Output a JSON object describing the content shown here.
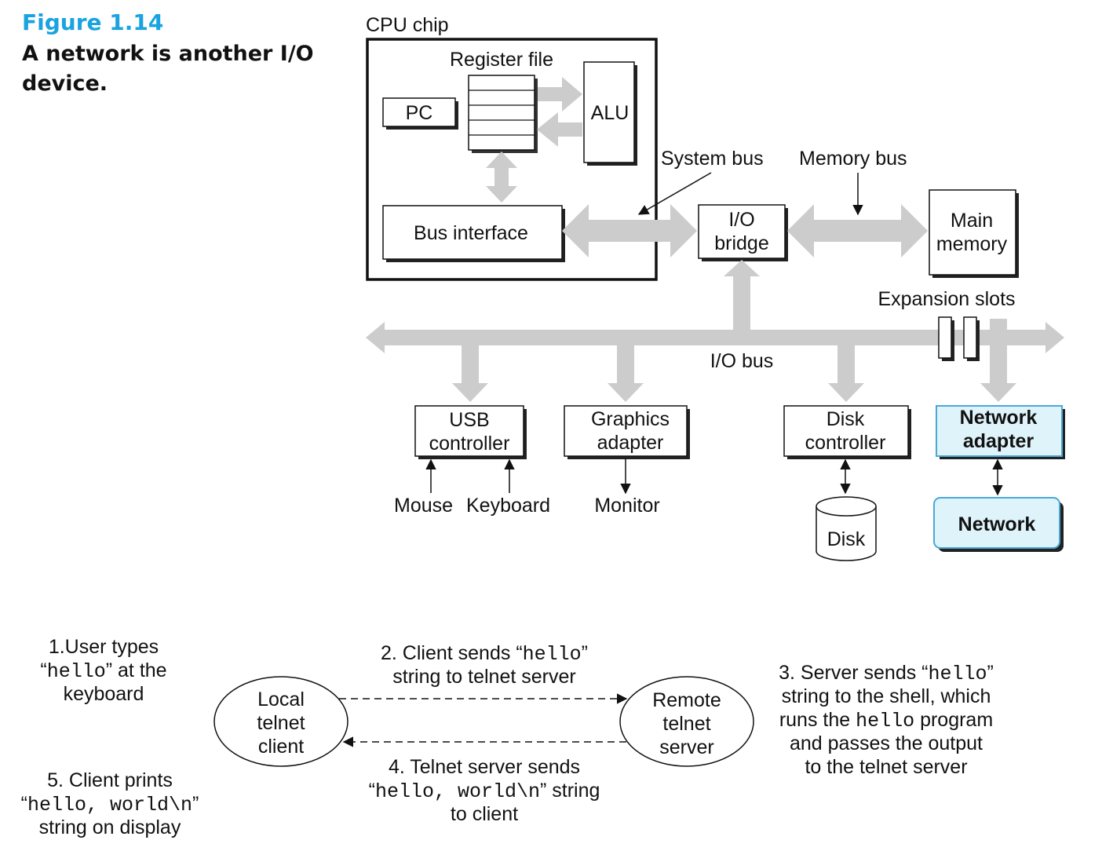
{
  "figure": {
    "number": "Figure 1.14",
    "caption": "A network is another I/O device."
  },
  "colors": {
    "bus_gray": "#cccccc",
    "network_fill": "#dff3fb",
    "network_stroke": "#4aa8d6",
    "figure_blue": "#1aa3e0"
  },
  "hardware": {
    "cpu_chip": "CPU chip",
    "register_file": "Register file",
    "pc": "PC",
    "alu": "ALU",
    "bus_interface": "Bus interface",
    "system_bus": "System bus",
    "memory_bus": "Memory bus",
    "io_bridge": [
      "I/O",
      "bridge"
    ],
    "main_memory": [
      "Main",
      "memory"
    ],
    "expansion_slots": "Expansion slots",
    "io_bus": "I/O bus",
    "usb_controller": [
      "USB",
      "controller"
    ],
    "graphics_adapter": [
      "Graphics",
      "adapter"
    ],
    "disk_controller": [
      "Disk",
      "controller"
    ],
    "network_adapter": [
      "Network",
      "adapter"
    ],
    "mouse": "Mouse",
    "keyboard": "Keyboard",
    "monitor": "Monitor",
    "disk": "Disk",
    "network": "Network"
  },
  "telnet": {
    "step1": {
      "l1": "1.User types",
      "q1": "“",
      "code": "hello",
      "q2": "” at the",
      "l3": "keyboard"
    },
    "step2": {
      "pre": "2. Client sends “",
      "code": "hello",
      "post": "”",
      "l2": "string to telnet server"
    },
    "step3": {
      "pre": "3. Server sends “",
      "code": "hello",
      "post": "”",
      "l2": "string to the shell, which",
      "l3pre": "runs the ",
      "l3code": "hello",
      "l3post": " program",
      "l4": "and passes the output",
      "l5": "to the telnet server"
    },
    "step4": {
      "l1": "4. Telnet server sends",
      "q1": "“",
      "code": "hello, world\\n",
      "q2": "” string",
      "l3": "to client"
    },
    "step5": {
      "l1": "5. Client prints",
      "q1": "“",
      "code": "hello, world\\n",
      "q2": "”",
      "l3": "string on display"
    },
    "local_client": [
      "Local",
      "telnet",
      "client"
    ],
    "remote_server": [
      "Remote",
      "telnet",
      "server"
    ]
  }
}
